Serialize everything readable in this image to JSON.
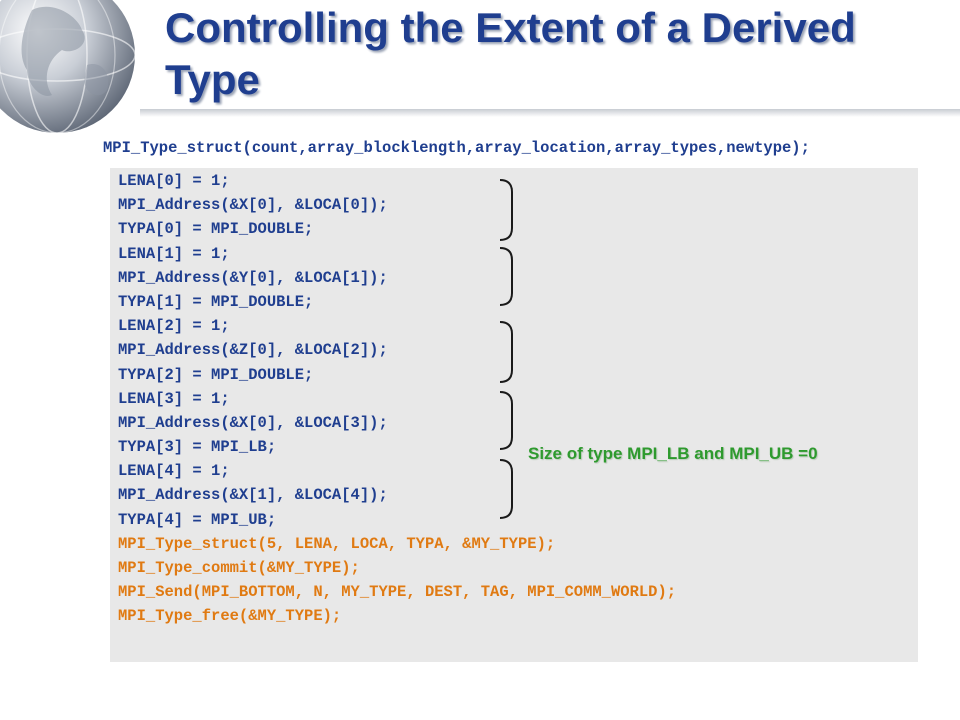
{
  "slide": {
    "title": "Controlling the Extent of a Derived Type",
    "signature": "MPI_Type_struct(count,array_blocklength,array_location,array_types,newtype);",
    "note": "Size of type MPI_LB and MPI_UB =0"
  },
  "code_lines": [
    {
      "text": "LENA[0] = 1;",
      "color": "#1f3e8f"
    },
    {
      "text": "MPI_Address(&X[0], &LOCA[0]);",
      "color": "#1f3e8f"
    },
    {
      "text": "TYPA[0] = MPI_DOUBLE;",
      "color": "#1f3e8f"
    },
    {
      "text": "LENA[1] = 1;",
      "color": "#1f3e8f"
    },
    {
      "text": "MPI_Address(&Y[0], &LOCA[1]);",
      "color": "#1f3e8f"
    },
    {
      "text": "TYPA[1] = MPI_DOUBLE;",
      "color": "#1f3e8f"
    },
    {
      "text": "LENA[2] = 1;",
      "color": "#1f3e8f"
    },
    {
      "text": "MPI_Address(&Z[0], &LOCA[2]);",
      "color": "#1f3e8f"
    },
    {
      "text": "TYPA[2] = MPI_DOUBLE;",
      "color": "#1f3e8f"
    },
    {
      "text": "LENA[3] = 1;",
      "color": "#1f3e8f"
    },
    {
      "text": "MPI_Address(&X[0], &LOCA[3]);",
      "color": "#1f3e8f"
    },
    {
      "text": "TYPA[3] = MPI_LB;",
      "color": "#1f3e8f"
    },
    {
      "text": "LENA[4] = 1;",
      "color": "#1f3e8f"
    },
    {
      "text": "MPI_Address(&X[1], &LOCA[4]);",
      "color": "#1f3e8f"
    },
    {
      "text": "TYPA[4] = MPI_UB;",
      "color": "#1f3e8f"
    },
    {
      "text": "MPI_Type_struct(5, LENA, LOCA, TYPA, &MY_TYPE);",
      "color": "#e07a12"
    },
    {
      "text": "MPI_Type_commit(&MY_TYPE);",
      "color": "#e07a12"
    },
    {
      "text": "MPI_Send(MPI_BOTTOM, N, MY_TYPE, DEST, TAG, MPI_COMM_WORLD);",
      "color": "#e07a12"
    },
    {
      "text": "MPI_Type_free(&MY_TYPE);",
      "color": "#e07a12"
    }
  ],
  "colors": {
    "title": "#1f3e8f",
    "code_blue": "#1f3e8f",
    "code_orange": "#e07a12",
    "note": "#2e9a2e",
    "panel": "#e8e8e8"
  },
  "icons": [
    "globe-icon"
  ]
}
